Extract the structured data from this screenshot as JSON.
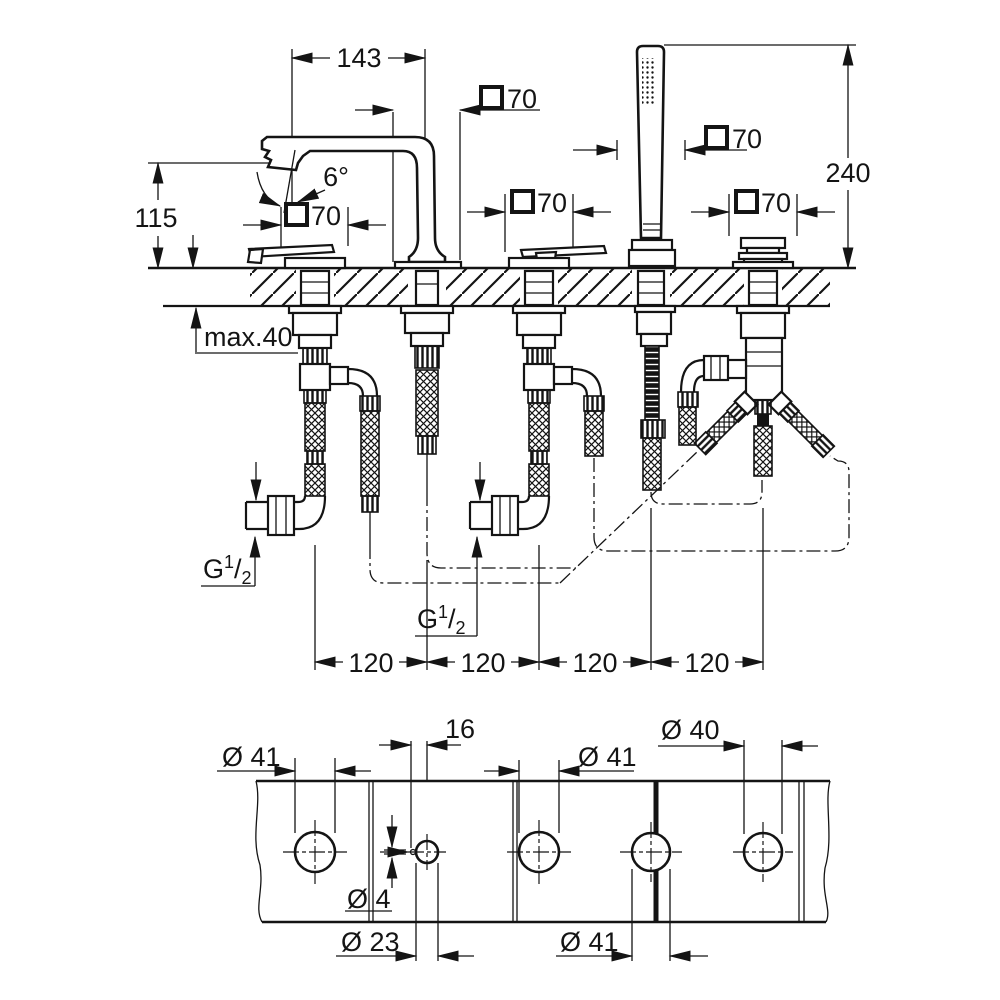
{
  "meta": {
    "bg": "#ffffff",
    "ink": "#141414"
  },
  "top_view": {
    "dim_spout_projection": "143",
    "dim_spout_height": "115",
    "spout_angle": "6°",
    "dim_total_height": "240",
    "escutcheon_handle_left": "70",
    "escutcheon_spout": "70",
    "escutcheon_handle_mid": "70",
    "escutcheon_handshower": "70",
    "escutcheon_handle_right": "70",
    "max_deck_thickness": "max.40",
    "thread_left": {
      "g": "G",
      "sup": "1",
      "slash": "/",
      "sub": "2"
    },
    "thread_mid": {
      "g": "G",
      "sup": "1",
      "slash": "/",
      "sub": "2"
    },
    "spacing_1": "120",
    "spacing_2": "120",
    "spacing_3": "120",
    "spacing_4": "120"
  },
  "template_view": {
    "hole_left": "Ø 41",
    "offset_pilot": "16",
    "hole_mid": "Ø 41",
    "hole_right": "Ø 40",
    "pilot_hole": "Ø 4",
    "spout_hole": "Ø 23",
    "handshower_hole": "Ø 41"
  }
}
